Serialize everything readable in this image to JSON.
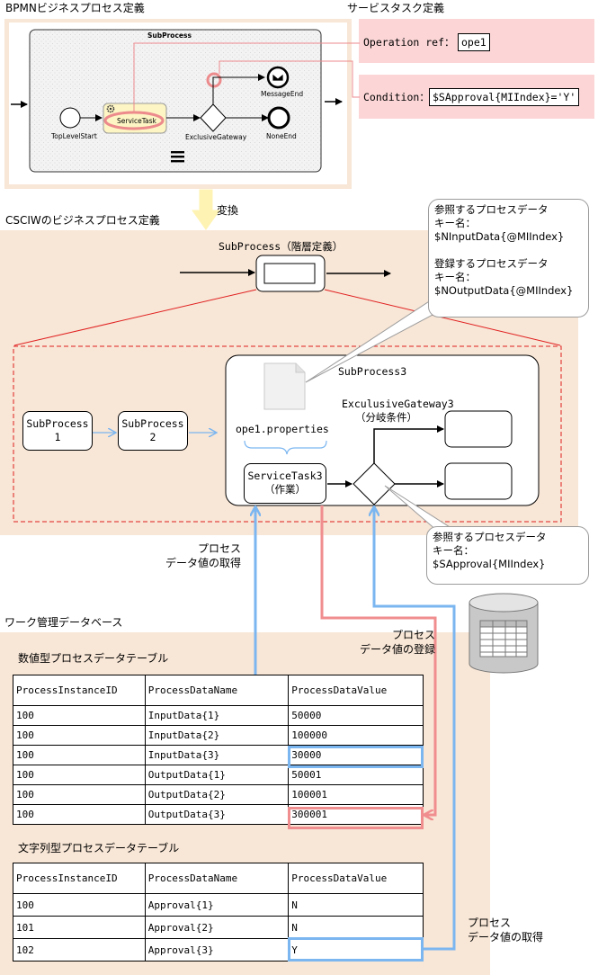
{
  "headers": {
    "bpmn_title": "BPMNビジネスプロセス定義",
    "service_title": "サービスタスク定義",
    "csciw_title": "CSCIWのビジネスプロセス定義",
    "convert": "変換",
    "work_db": "ワーク管理データベース"
  },
  "bpmn": {
    "subprocess": "SubProcess",
    "start": "TopLevelStart",
    "task": "ServiceTask",
    "gateway": "ExclusiveGateway",
    "msg_end": "MessageEnd",
    "none_end": "NoneEnd"
  },
  "service_def": {
    "op_label": "Operation ref：",
    "op_value": "ope1",
    "cond_label": "Condition：",
    "cond_value": "$SApproval{MIIndex}='Y'"
  },
  "csciw": {
    "subprocess_layer": "SubProcess（階層定義）",
    "sp1": [
      "SubProcess",
      "1"
    ],
    "sp2": [
      "SubProcess",
      "2"
    ],
    "sp3": "SubProcess3",
    "props": "ope1.properties",
    "gateway": "ExculusiveGateway3",
    "gateway_sub": "（分岐条件）",
    "task": [
      "ServiceTask3",
      "（作業）"
    ]
  },
  "callouts": {
    "top": "参照するプロセスデータ\nキー名：\n$NInputData{@MIIndex}\n\n登録するプロセスデータ\nキー名：\n$NOutputData{@MIIndex}",
    "bottom": "参照するプロセスデータ\nキー名：\n$SApproval{MIIndex}"
  },
  "arrow_labels": {
    "get1": [
      "プロセス",
      "データ値の取得"
    ],
    "reg": [
      "プロセス",
      "データ値の登録"
    ],
    "get2": [
      "プロセス",
      "データ値の取得"
    ]
  },
  "numeric_table": {
    "title": "数値型プロセスデータテーブル",
    "headers": [
      "ProcessInstanceID",
      "ProcessDataName",
      "ProcessDataValue"
    ],
    "rows": [
      [
        "100",
        "InputData{1}",
        "50000"
      ],
      [
        "100",
        "InputData{2}",
        "100000"
      ],
      [
        "100",
        "InputData{3}",
        "30000"
      ],
      [
        "100",
        "OutputData{1}",
        "50001"
      ],
      [
        "100",
        "OutputData{2}",
        "100001"
      ],
      [
        "100",
        "OutputData{3}",
        "300001"
      ]
    ]
  },
  "string_table": {
    "title": "文字列型プロセスデータテーブル",
    "headers": [
      "ProcessInstanceID",
      "ProcessDataName",
      "ProcessDataValue"
    ],
    "rows": [
      [
        "100",
        "Approval{1}",
        "N"
      ],
      [
        "101",
        "Approval{2}",
        "N"
      ],
      [
        "102",
        "Approval{3}",
        "Y"
      ]
    ]
  }
}
